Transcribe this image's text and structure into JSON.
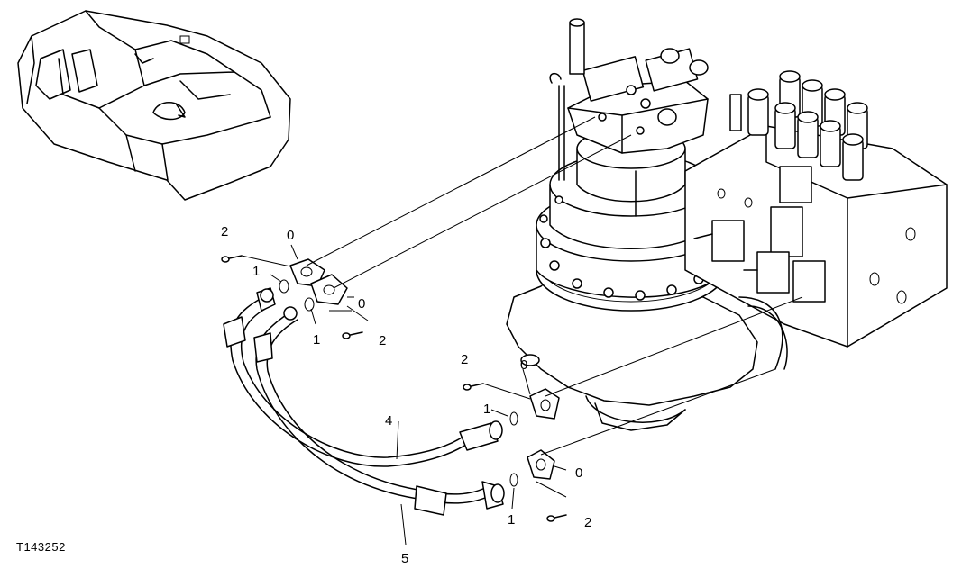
{
  "figure_id": "T143252",
  "callouts": [
    "0",
    "1",
    "2",
    "4",
    "5"
  ]
}
